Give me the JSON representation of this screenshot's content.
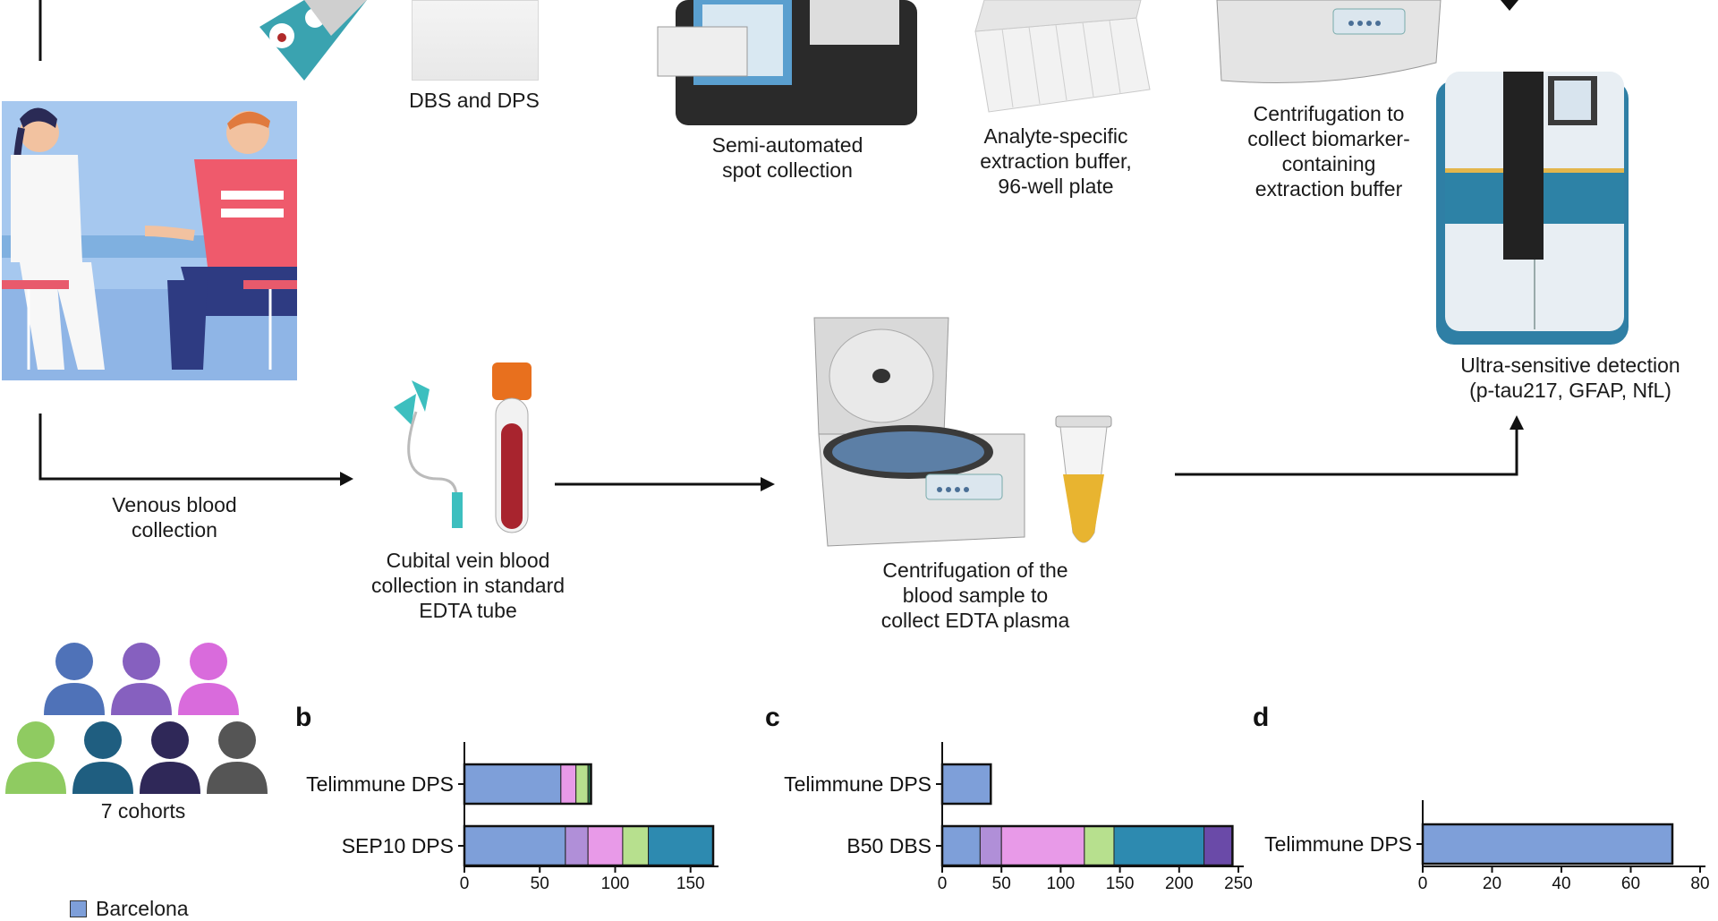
{
  "workflow": {
    "captions": {
      "dbs_dps": "DBS and DPS",
      "semi_automated": "Semi-automated\nspot collection",
      "extraction_buffer": "Analyte-specific\nextraction buffer,\n96-well plate",
      "centrifugation_top": "Centrifugation to\ncollect biomarker-\ncontaining\nextraction buffer",
      "ultra_sensitive": "Ultra-sensitive detection\n(p-tau217, GFAP, NfL)",
      "venous_collection": "Venous blood\ncollection",
      "cubital_vein": "Cubital vein blood\ncollection in standard\nEDTA tube",
      "centrifugation_bottom": "Centrifugation of the\nblood sample to\ncollect EDTA plasma",
      "cohorts": "7 cohorts"
    },
    "colors": {
      "cohort_icons": [
        "#4f72b8",
        "#8660bf",
        "#d96bdc",
        "#8fcb61",
        "#1f5e80",
        "#2f2858",
        "#555555"
      ]
    }
  },
  "legend": {
    "items": [
      {
        "label": "Barcelona",
        "color": "#7e9fd9"
      }
    ]
  },
  "panels": {
    "b": "b",
    "c": "c",
    "d": "d"
  },
  "chart_data": [
    {
      "type": "bar",
      "orientation": "horizontal",
      "stacked": true,
      "panel": "b",
      "categories": [
        "Telimmune DPS",
        "SEP10 DPS"
      ],
      "series": [
        {
          "color": "#7e9fd9",
          "values": [
            64,
            67
          ]
        },
        {
          "color": "#b08fd8",
          "values": [
            0,
            15
          ]
        },
        {
          "color": "#e89ae8",
          "values": [
            10,
            23
          ]
        },
        {
          "color": "#b7e08e",
          "values": [
            8,
            17
          ]
        },
        {
          "color": "#2d8ab0",
          "values": [
            0,
            43
          ]
        },
        {
          "color": "#2e7d4f",
          "values": [
            2,
            0
          ]
        }
      ],
      "xlim": [
        0,
        165
      ],
      "xticks": [
        0,
        50,
        100,
        150
      ]
    },
    {
      "type": "bar",
      "orientation": "horizontal",
      "stacked": true,
      "panel": "c",
      "categories": [
        "Telimmune DPS",
        "B50 DBS"
      ],
      "series": [
        {
          "color": "#7e9fd9",
          "values": [
            41,
            32
          ]
        },
        {
          "color": "#b08fd8",
          "values": [
            0,
            18
          ]
        },
        {
          "color": "#e89ae8",
          "values": [
            0,
            70
          ]
        },
        {
          "color": "#b7e08e",
          "values": [
            0,
            25
          ]
        },
        {
          "color": "#2d8ab0",
          "values": [
            0,
            76
          ]
        },
        {
          "color": "#6a4aa8",
          "values": [
            0,
            24
          ]
        }
      ],
      "xlim": [
        0,
        250
      ],
      "xticks": [
        0,
        50,
        100,
        150,
        200,
        250
      ]
    },
    {
      "type": "bar",
      "orientation": "horizontal",
      "stacked": true,
      "panel": "d",
      "categories": [
        "Telimmune DPS"
      ],
      "series": [
        {
          "color": "#7e9fd9",
          "values": [
            72
          ]
        }
      ],
      "xlim": [
        0,
        80
      ],
      "xticks": [
        0,
        20,
        40,
        60,
        80
      ]
    }
  ]
}
